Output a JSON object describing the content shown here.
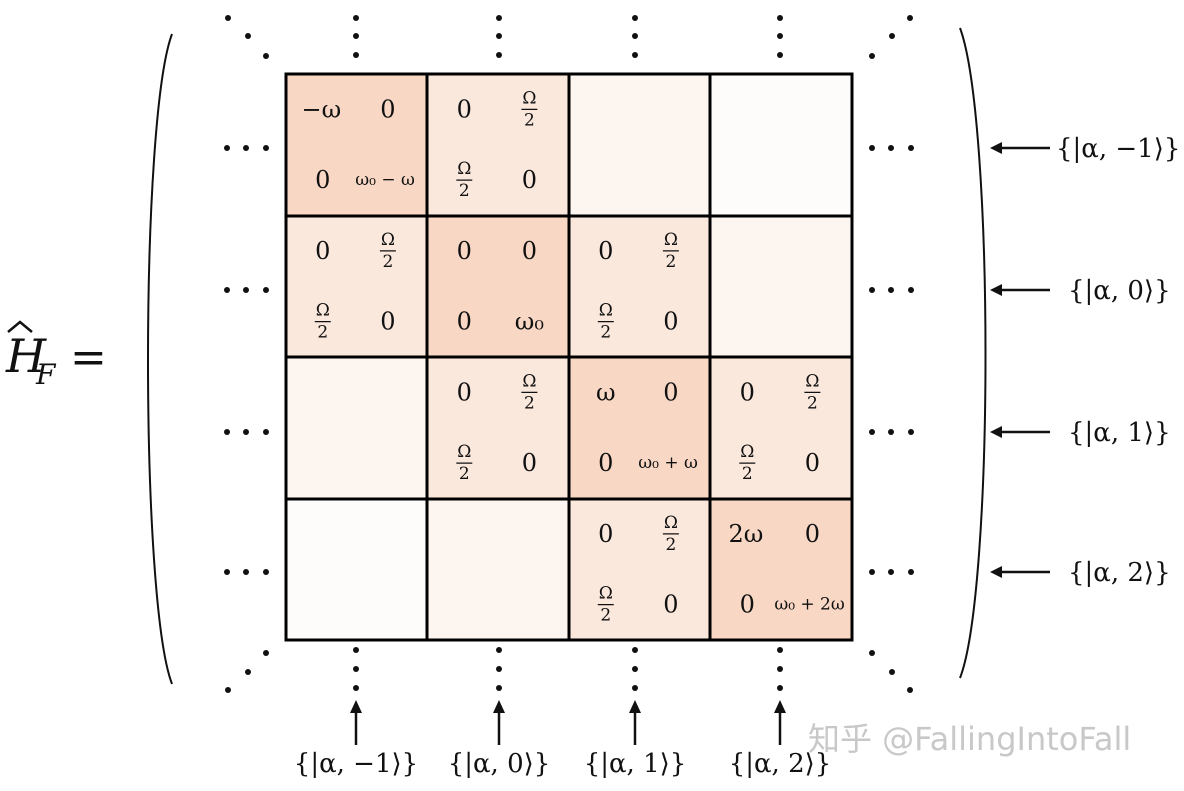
{
  "lhs": {
    "symbol": "H",
    "subscript": "F",
    "equals": "="
  },
  "ellipsis": {
    "horizontal": "• • •"
  },
  "grid": {
    "cells": [
      [
        {
          "shade": "#f8d8c5",
          "entries": [
            "−ω",
            "0",
            "0",
            "ω₀ − ω"
          ]
        },
        {
          "shade": "#fbe8dd",
          "entries": [
            "0",
            "Ω/2",
            "Ω/2",
            "0"
          ]
        },
        {
          "shade": "#fdf5f0",
          "entries": []
        },
        {
          "shade": "#fefcfb",
          "entries": []
        }
      ],
      [
        {
          "shade": "#fbe8dd",
          "entries": [
            "0",
            "Ω/2",
            "Ω/2",
            "0"
          ]
        },
        {
          "shade": "#f8d8c5",
          "entries": [
            "0",
            "0",
            "0",
            "ω₀"
          ]
        },
        {
          "shade": "#fbe8dd",
          "entries": [
            "0",
            "Ω/2",
            "Ω/2",
            "0"
          ]
        },
        {
          "shade": "#fdf5f0",
          "entries": []
        }
      ],
      [
        {
          "shade": "#fdf5f0",
          "entries": []
        },
        {
          "shade": "#fbe8dd",
          "entries": [
            "0",
            "Ω/2",
            "Ω/2",
            "0"
          ]
        },
        {
          "shade": "#f8d8c5",
          "entries": [
            "ω",
            "0",
            "0",
            "ω₀ + ω"
          ]
        },
        {
          "shade": "#fbe8dd",
          "entries": [
            "0",
            "Ω/2",
            "Ω/2",
            "0"
          ]
        }
      ],
      [
        {
          "shade": "#fefcfb",
          "entries": []
        },
        {
          "shade": "#fdf5f0",
          "entries": []
        },
        {
          "shade": "#fbe8dd",
          "entries": [
            "0",
            "Ω/2",
            "Ω/2",
            "0"
          ]
        },
        {
          "shade": "#f8d8c5",
          "entries": [
            "2ω",
            "0",
            "0",
            "ω₀ + 2ω"
          ]
        }
      ]
    ]
  },
  "row_labels": [
    "{|α, −1⟩}",
    "{|α, 0⟩}",
    "{|α, 1⟩}",
    "{|α, 2⟩}"
  ],
  "col_labels": [
    "{|α, −1⟩}",
    "{|α, 0⟩}",
    "{|α, 1⟩}",
    "{|α, 2⟩}"
  ],
  "watermark": "知乎 @FallingIntoFall",
  "colors": {
    "grid_line": "#000000",
    "text": "#111111"
  }
}
